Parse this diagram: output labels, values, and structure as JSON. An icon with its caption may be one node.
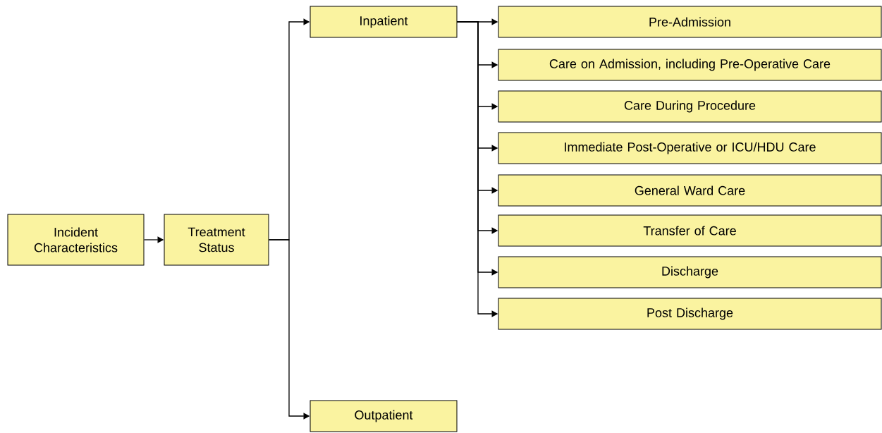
{
  "diagram": {
    "nodes": [
      {
        "text": [
          "Incident Characteristics"
        ]
      },
      {
        "text": [
          "Treatment Status"
        ]
      },
      {
        "text": [
          "Inpatient"
        ]
      },
      {
        "text": [
          "Outpatient"
        ]
      },
      {
        "text": [
          "Pre-Admission"
        ]
      },
      {
        "text": [
          "Care on Admission, including Pre-Operative Care"
        ]
      },
      {
        "text": [
          "Care During Procedure"
        ]
      },
      {
        "text": [
          "Immediate Post-Operative or ICU/HDU Care"
        ]
      },
      {
        "text": [
          "General Ward Care"
        ]
      },
      {
        "text": [
          "Transfer of Care"
        ]
      },
      {
        "text": [
          "Discharge"
        ]
      },
      {
        "text": [
          "Post Discharge"
        ]
      }
    ],
    "edges": [
      {
        "from": 0,
        "to": 1,
        "arrow": "to"
      },
      {
        "from": 1,
        "to": 2,
        "arrow": "to"
      },
      {
        "from": 1,
        "to": 3,
        "arrow": "to"
      },
      {
        "from": 2,
        "to": 4,
        "arrow": "to"
      },
      {
        "from": 2,
        "to": 5,
        "arrow": "to"
      },
      {
        "from": 2,
        "to": 6,
        "arrow": "to"
      },
      {
        "from": 2,
        "to": 7,
        "arrow": "to"
      },
      {
        "from": 2,
        "to": 8,
        "arrow": "to"
      },
      {
        "from": 2,
        "to": 9,
        "arrow": "to"
      },
      {
        "from": 2,
        "to": 10,
        "arrow": "to"
      },
      {
        "from": 2,
        "to": 11,
        "arrow": "to"
      }
    ]
  }
}
